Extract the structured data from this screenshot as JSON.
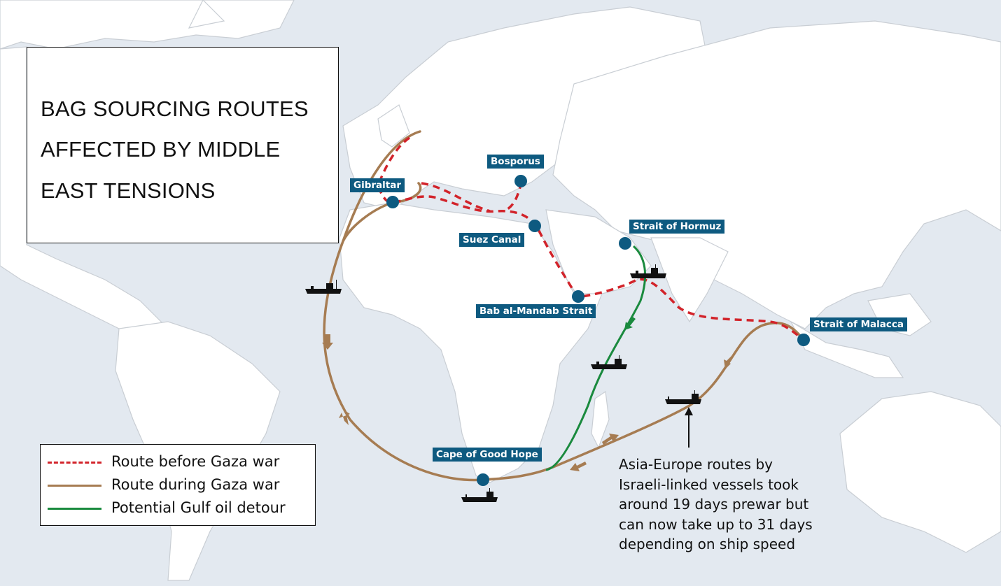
{
  "title": {
    "lines": [
      "BAG SOURCING ROUTES",
      "AFFECTED BY MIDDLE",
      "EAST TENSIONS"
    ]
  },
  "legend": {
    "items": [
      {
        "label": "Route before Gaza war",
        "style": "dashed",
        "color": "#d2232a"
      },
      {
        "label": "Route during Gaza war",
        "style": "solid",
        "color": "#a67c52"
      },
      {
        "label": "Potential Gulf oil detour",
        "style": "solid",
        "color": "#1a8a3e"
      }
    ]
  },
  "chokepoints": [
    {
      "name": "Gibraltar"
    },
    {
      "name": "Bosporus"
    },
    {
      "name": "Suez Canal"
    },
    {
      "name": "Strait of Hormuz"
    },
    {
      "name": "Bab al-Mandab Strait"
    },
    {
      "name": "Strait of Malacca"
    },
    {
      "name": "Cape of Good Hope"
    }
  ],
  "annotation": {
    "text": "Asia-Europe routes by\nIsraeli-linked vessels took\naround 19 days prewar but\ncan now take up to 31 days\ndepending on ship speed"
  },
  "colors": {
    "ocean": "#e3e9f0",
    "land": "#ffffff",
    "borders": "#c9ced4",
    "marker": "#0e5a80",
    "route_before": "#d2232a",
    "route_during": "#a67c52",
    "gulf_detour": "#1a8a3e"
  },
  "icons": {
    "ship": "ship-icon",
    "marker": "location-dot-icon",
    "direction": "direction-arrow-icon"
  }
}
